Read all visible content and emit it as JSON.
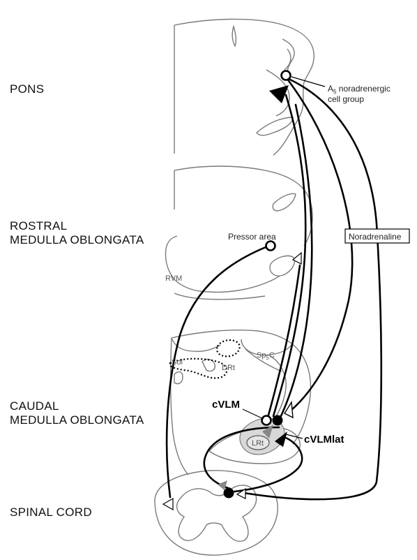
{
  "regions": {
    "pons": "PONS",
    "rostral_line1": "ROSTRAL",
    "rostral_line2": "MEDULLA OBLONGATA",
    "caudal_line1": "CAUDAL",
    "caudal_line2": "MEDULLA OBLONGATA",
    "spinal": "SPINAL CORD"
  },
  "labels": {
    "a5_prefix": "A",
    "a5_sub": "5",
    "a5_rest": " noradrenergic",
    "a5_line2": "cell group",
    "pressor": "Pressor area",
    "noradrenaline": "Noradrenaline",
    "rvm": "RVM",
    "sp5c_prefix": "Sp",
    "sp5c_sub": "5",
    "sp5c_rest": "C",
    "sol": "Sol",
    "drt": "DRt",
    "lrt": "LRt",
    "cvlm": "cVLM",
    "cvlmlat": "cVLMlat"
  }
}
